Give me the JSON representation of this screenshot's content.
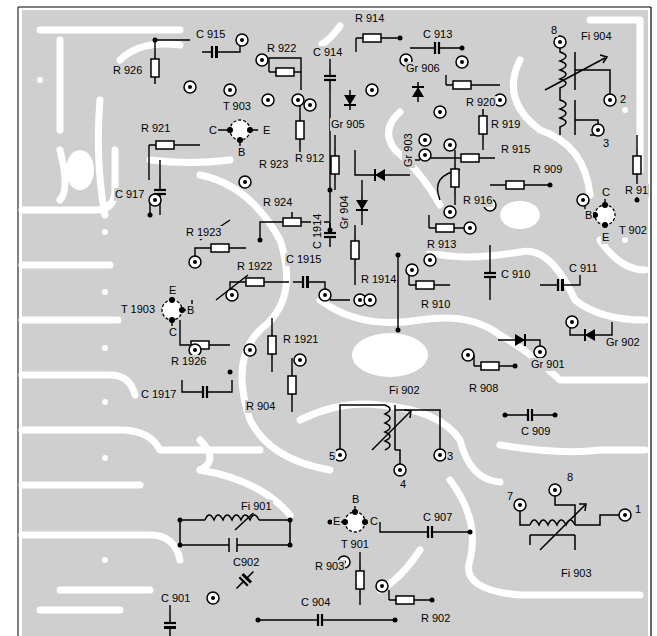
{
  "diagram": {
    "labels": [
      "C 915",
      "R 922",
      "R 914",
      "C 913",
      "Gr 906",
      "Fi 904",
      "8",
      "R 926",
      "T 903",
      "C",
      "E",
      "B",
      "C 914",
      "Gr 905",
      "R 920",
      "2",
      "R 921",
      "R 923",
      "R 919",
      "Gr 903",
      "R 915",
      "3",
      "R 912",
      "R 916",
      "R 909",
      "C",
      "R 91",
      "C 917",
      "R 924",
      "C 1914",
      "Gr 904",
      "B",
      "T 902",
      "E",
      "R 1923",
      "R 913",
      "R 1922",
      "C 1915",
      "R 1914",
      "C 910",
      "C 911",
      "E",
      "T 1903",
      "B",
      "C",
      "R 910",
      "R 1921",
      "Gr 902",
      "R 1926",
      "Gr 901",
      "R 908",
      "C 1917",
      "R 904",
      "Fi 902",
      "C 909",
      "5",
      "3",
      "4",
      "Fi 901",
      "B",
      "E",
      "C",
      "T 901",
      "C 907",
      "8",
      "7",
      "1",
      "Fi 903",
      "C902",
      "R 903",
      "C 904",
      "R 902",
      "C 901"
    ]
  }
}
